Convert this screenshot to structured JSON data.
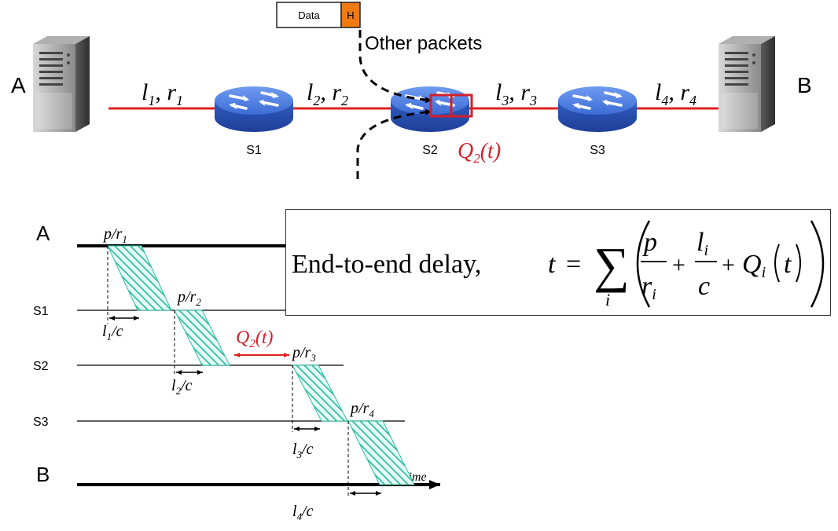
{
  "colors": {
    "link": "#e02020",
    "queue_red": "#d4202a",
    "router_blue": "#3f72d8",
    "hatch": "#2bbfa2",
    "header_orange": "#f07a12"
  },
  "network": {
    "host_a": "A",
    "host_b": "B",
    "packet": {
      "data_label": "Data",
      "header_label": "H"
    },
    "other_packets": "Other packets",
    "routers": [
      {
        "label": "S1",
        "icon": "router-icon"
      },
      {
        "label": "S2",
        "icon": "router-icon"
      },
      {
        "label": "S3",
        "icon": "router-icon"
      }
    ],
    "links": [
      {
        "l": "l",
        "l_sub": "1",
        "r": "r",
        "r_sub": "1"
      },
      {
        "l": "l",
        "l_sub": "2",
        "r": "r",
        "r_sub": "2"
      },
      {
        "l": "l",
        "l_sub": "3",
        "r": "r",
        "r_sub": "3"
      },
      {
        "l": "l",
        "l_sub": "4",
        "r": "r",
        "r_sub": "4"
      }
    ],
    "queue": {
      "base": "Q",
      "sub": "2",
      "arg": "(t)"
    }
  },
  "timeline": {
    "rows": [
      "A",
      "S1",
      "S2",
      "S3",
      "B"
    ],
    "time_label": "time",
    "transmit_labels": [
      {
        "base": "p/r",
        "sub": "1"
      },
      {
        "base": "p/r",
        "sub": "2"
      },
      {
        "base": "p/r",
        "sub": "3"
      },
      {
        "base": "p/r",
        "sub": "4"
      }
    ],
    "prop_labels": [
      {
        "base": "l",
        "sub": "1",
        "rest": "/c"
      },
      {
        "base": "l",
        "sub": "2",
        "rest": "/c"
      },
      {
        "base": "l",
        "sub": "3",
        "rest": "/c"
      },
      {
        "base": "l",
        "sub": "4",
        "rest": "/c"
      }
    ],
    "queue": {
      "base": "Q",
      "sub": "2",
      "arg": "(t)"
    }
  },
  "formula": {
    "text": "End-to-end delay,",
    "t": "t",
    "eq": "=",
    "sum_index": "i",
    "frac1_num": "p",
    "frac1_den": "r",
    "frac1_den_sub": "i",
    "frac2_num": "l",
    "frac2_num_sub": "i",
    "frac2_den": "c",
    "plus": "+",
    "q": "Q",
    "q_sub": "i",
    "q_arg": "t"
  }
}
